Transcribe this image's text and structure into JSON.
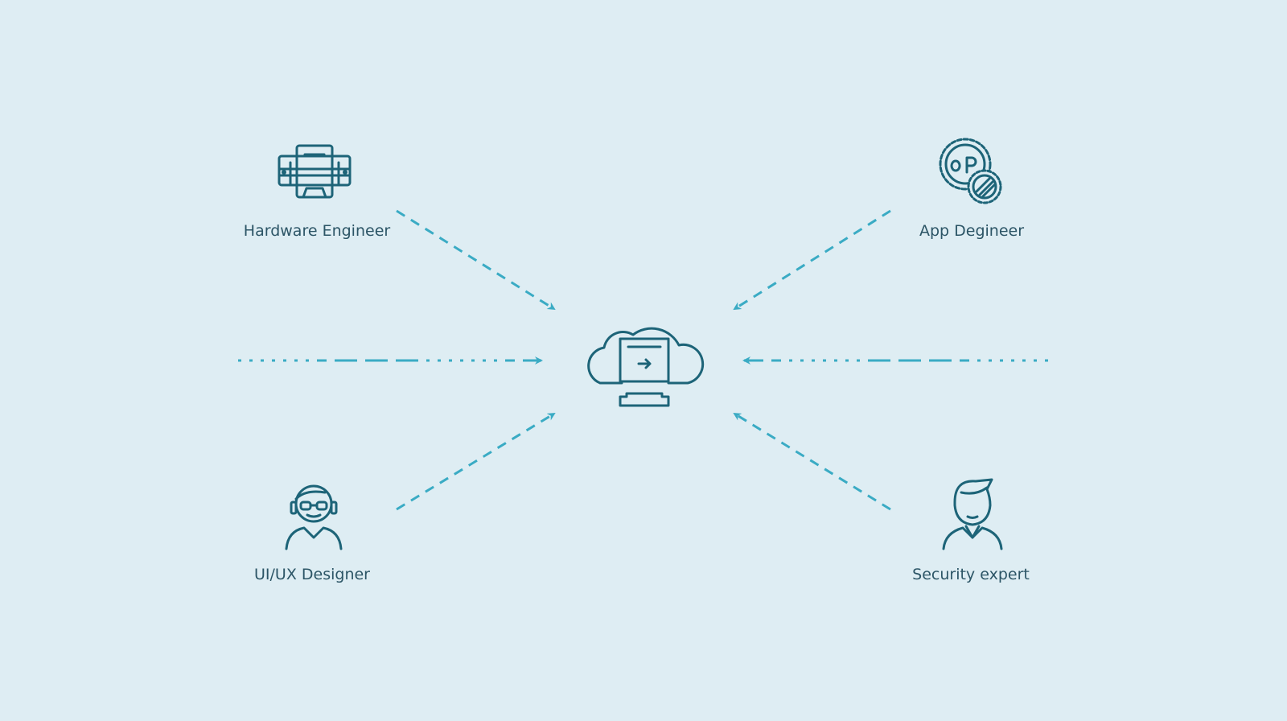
{
  "diagram": {
    "hub": {
      "icon": "cloud-computer-icon"
    },
    "roles": [
      {
        "label": "Hardware Engineer",
        "icon": "server-rack-icon"
      },
      {
        "label": "App Degineer",
        "icon": "gear-icon"
      },
      {
        "label": "UI/UX Designer",
        "icon": "person-headset-glasses-icon"
      },
      {
        "label": "Security expert",
        "icon": "person-icon"
      }
    ],
    "colors": {
      "background": "#deedf3",
      "icon": "#1d6478",
      "arrow": "#3aabc4",
      "text": "#2c5566"
    }
  }
}
